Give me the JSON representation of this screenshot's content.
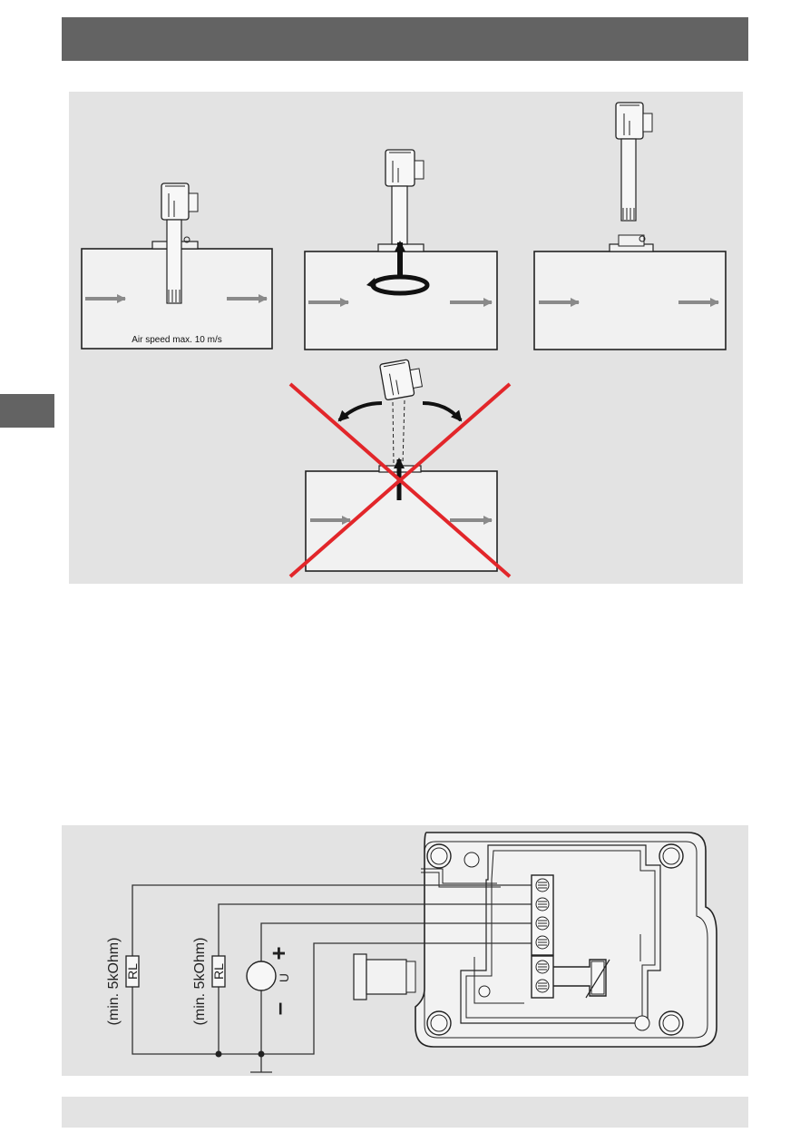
{
  "figure_installation": {
    "air_speed_label": "Air speed max. 10 m/s"
  },
  "figure_wiring": {
    "load_label_1": "(min. 5kOhm)",
    "load_label_2": "(min. 5kOhm)",
    "resistor_1": "RL",
    "resistor_2": "RL",
    "supply_label": "U",
    "plus_sign": "+",
    "minus_sign": "–"
  },
  "colors": {
    "header_bar": "#636363",
    "figure_background": "#e3e3e3",
    "cross_red": "#e2262a",
    "flow_arrow": "#8a8a8a"
  }
}
